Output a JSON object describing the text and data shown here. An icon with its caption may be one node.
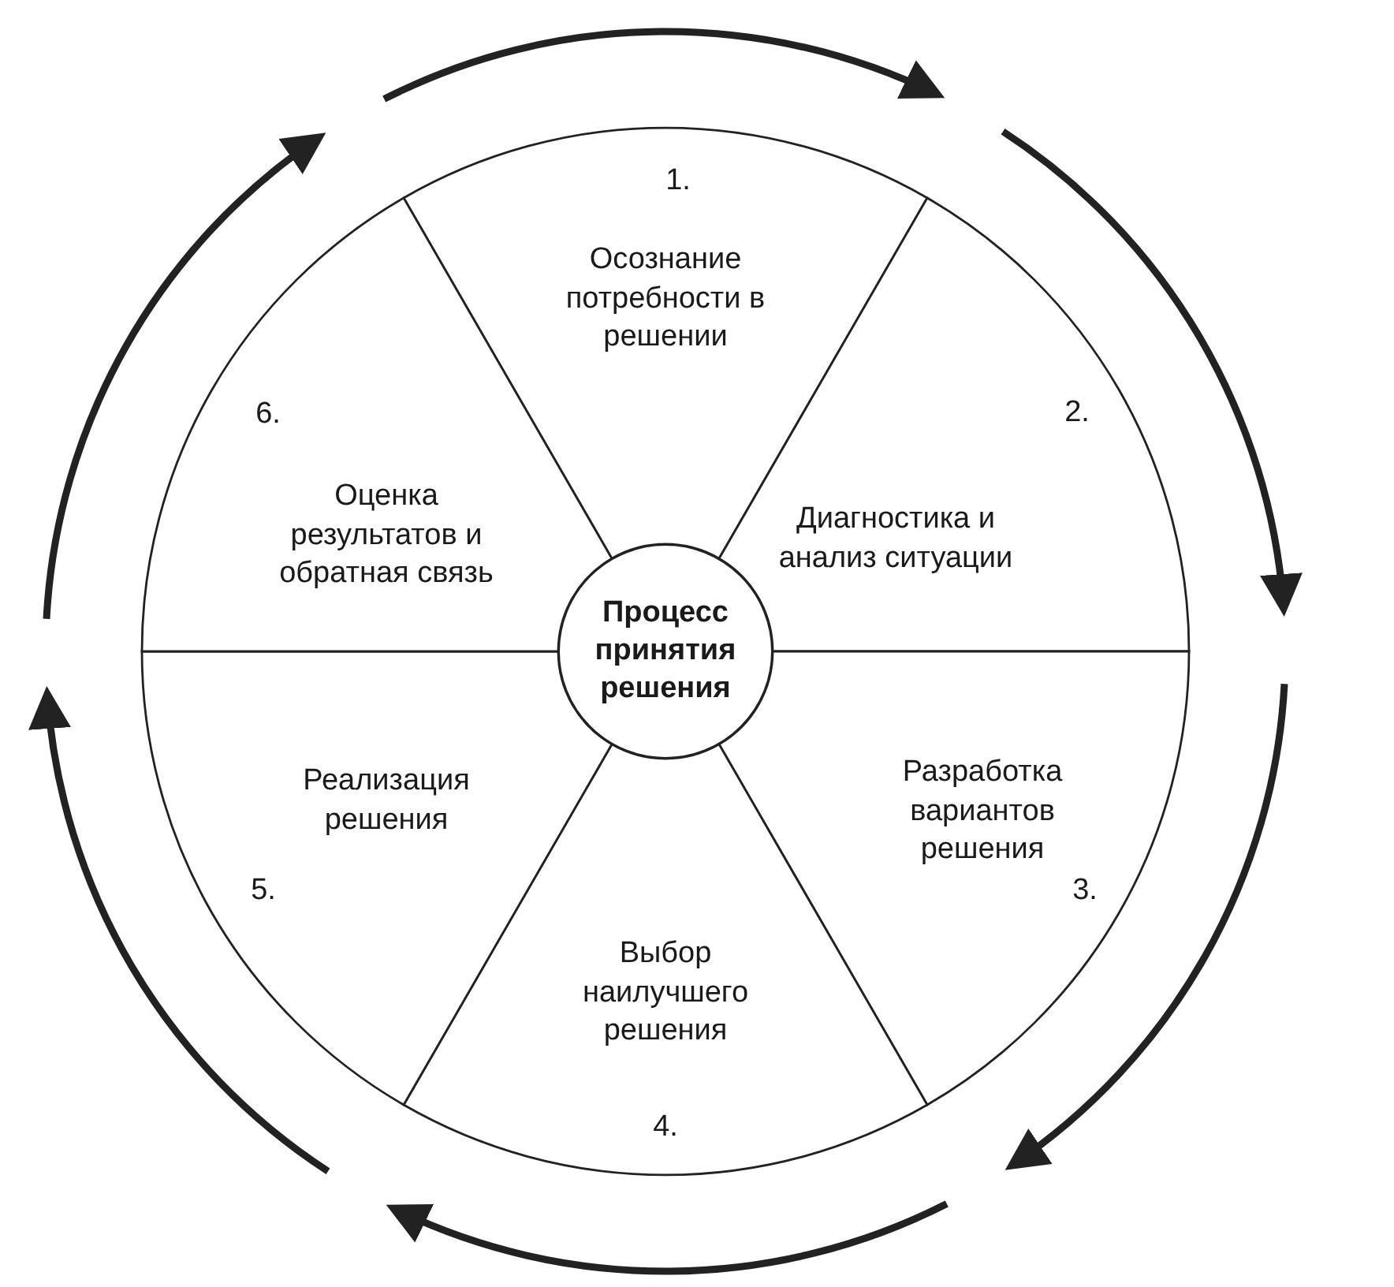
{
  "diagram": {
    "nodes": [
      {
        "text": [
          "1.",
          "Осознание потребности в решении"
        ]
      },
      {
        "text": [
          "2.",
          "Диагностика и анализ ситуации"
        ]
      },
      {
        "text": [
          "3.",
          "Разработка вариантов решения"
        ]
      },
      {
        "text": [
          "Выбор наилучшего решения",
          "4."
        ]
      },
      {
        "text": [
          "5.",
          "Реализация решения"
        ]
      },
      {
        "text": [
          "6.",
          "Оценка результатов и обратная связь"
        ]
      },
      {
        "text": [
          "Процесс принятия решения"
        ]
      }
    ]
  }
}
